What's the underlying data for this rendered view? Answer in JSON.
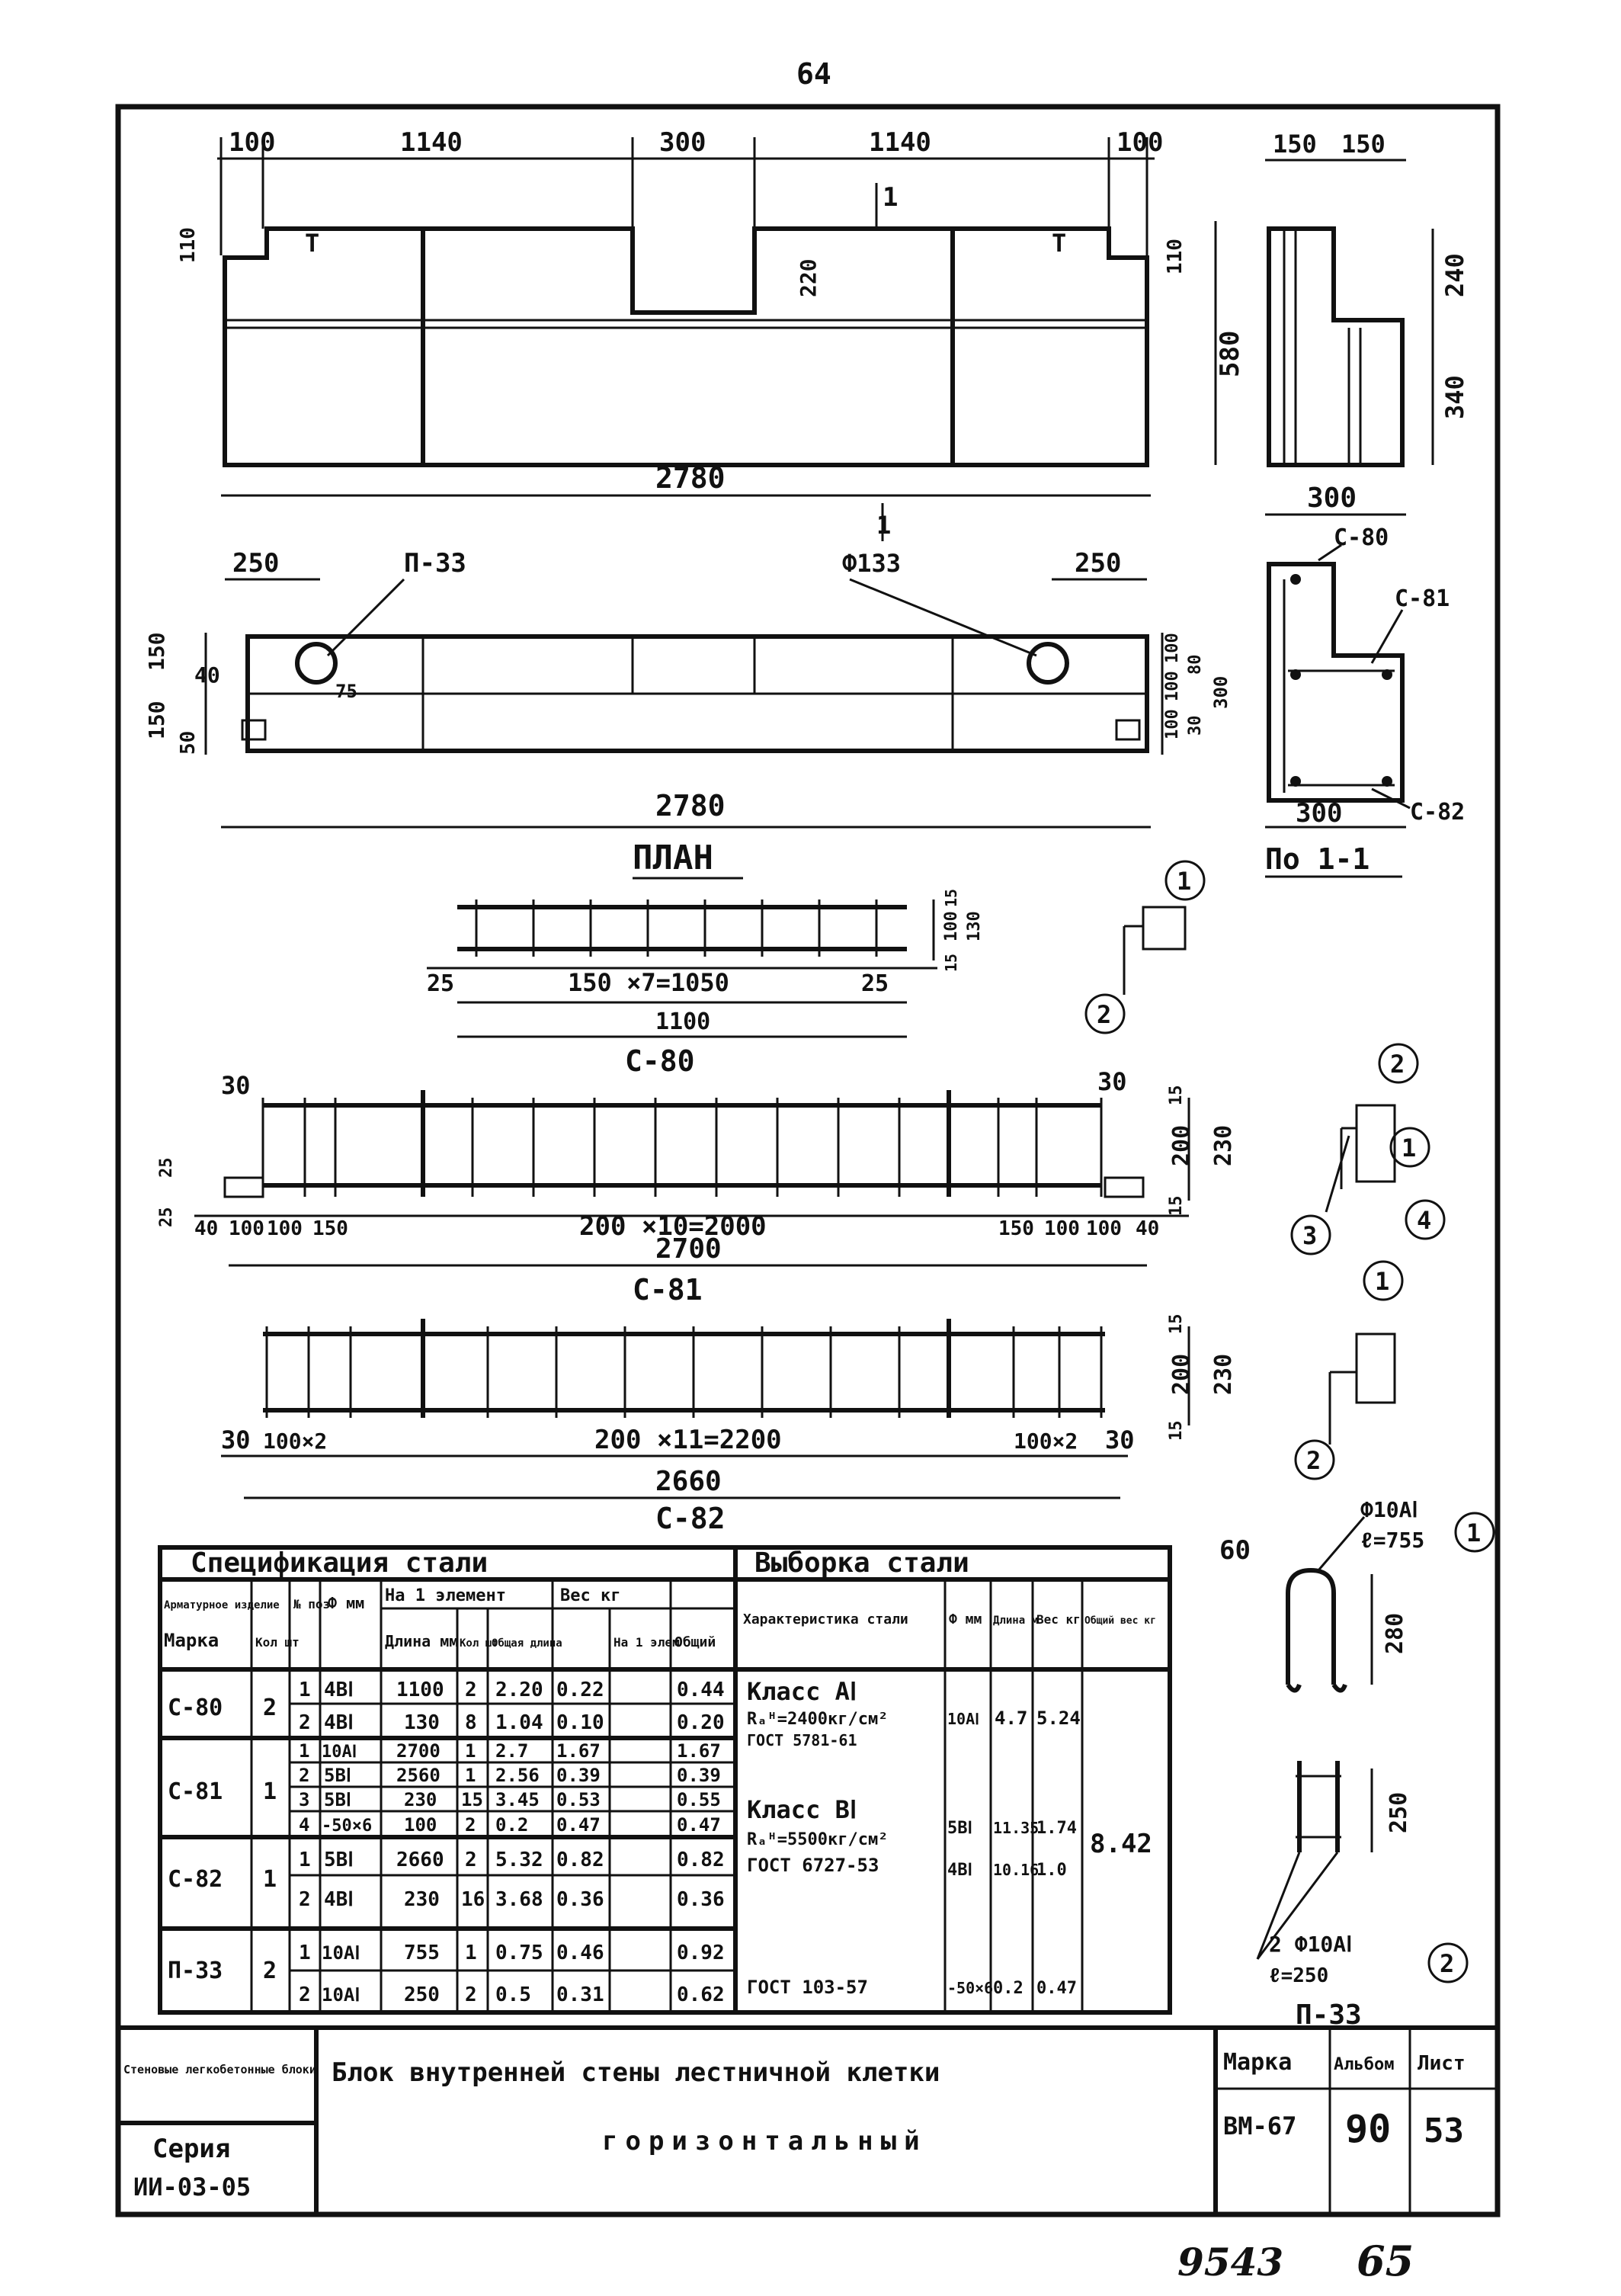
{
  "page_number_top": "64",
  "elevation": {
    "dims_top": [
      "100",
      "1140",
      "300",
      "1140",
      "100"
    ],
    "dims_right_local": [
      "110",
      "220",
      "110"
    ],
    "section_mark": "1",
    "total_length": "2780",
    "height": "580"
  },
  "section": {
    "dims_top": [
      "150",
      "150"
    ],
    "dims_right": [
      "240",
      "340"
    ],
    "width": "300",
    "width_bottom": "300",
    "labels": [
      "С-80",
      "С-81",
      "С-82"
    ],
    "title": "По 1-1"
  },
  "plan": {
    "dims_top": [
      "250",
      "250"
    ],
    "labels": [
      "П-33",
      "Ф133"
    ],
    "left_dims": [
      "150",
      "150",
      "40",
      "50"
    ],
    "small_dims": [
      "75"
    ],
    "right_dims": [
      "100",
      "100",
      "100",
      "80",
      "30",
      "300"
    ],
    "total_length": "2780",
    "title": "ПЛАН",
    "section_mark": "1"
  },
  "c80": {
    "label": "С-80",
    "spacing": "150 ×7=1050",
    "end_dims": [
      "25",
      "25"
    ],
    "total": "1100",
    "right_dims": [
      "15",
      "100",
      "130",
      "15"
    ],
    "callouts": [
      "1",
      "2"
    ]
  },
  "c81": {
    "label": "С-81",
    "left_dims": [
      "30",
      "25",
      "25",
      "40",
      "100",
      "100",
      "150"
    ],
    "spacing": "200 ×10=2000",
    "right_dims": [
      "150",
      "100",
      "100",
      "40",
      "30"
    ],
    "total": "2700",
    "height_dims": [
      "15",
      "200",
      "230",
      "15"
    ],
    "callouts": [
      "2",
      "1",
      "3",
      "4"
    ]
  },
  "c82": {
    "label": "С-82",
    "left_dims": [
      "30",
      "100×2"
    ],
    "spacing": "200 ×11=2200",
    "right_dims": [
      "100×2",
      "30"
    ],
    "total": "2660",
    "height_dims": [
      "15",
      "200",
      "230",
      "15"
    ],
    "callouts": [
      "1",
      "2"
    ]
  },
  "p33": {
    "label": "П-33",
    "top_dims": [
      "60"
    ],
    "spec1": "Ф10АⅠ",
    "spec1_len": "ℓ=755",
    "spec2": "2 Ф10АⅠ",
    "spec2_len": "ℓ=250",
    "height_dims": [
      "280",
      "250"
    ],
    "callouts": [
      "1",
      "2"
    ]
  },
  "spec_table": {
    "title": "Спецификация стали",
    "headers": [
      "Арматурное изделие",
      "№ поз",
      "Ф мм",
      "На 1 элемент",
      "Вес кг"
    ],
    "subheaders": [
      "Марка",
      "Кол шт",
      "Длина мм",
      "Кол шт",
      "Общая длина",
      "На 1 элем",
      "Общий"
    ],
    "rows": [
      {
        "mark": "С-80",
        "qty": "2",
        "pos": "1",
        "dia": "4ВⅠ",
        "len": "1100",
        "n": "2",
        "total": "2.20",
        "w1": "0.22",
        "wt": "0.44"
      },
      {
        "mark": "",
        "qty": "",
        "pos": "2",
        "dia": "4ВⅠ",
        "len": "130",
        "n": "8",
        "total": "1.04",
        "w1": "0.10",
        "wt": "0.20"
      },
      {
        "mark": "С-81",
        "qty": "1",
        "pos": "1",
        "dia": "10АⅠ",
        "len": "2700",
        "n": "1",
        "total": "2.7",
        "w1": "1.67",
        "wt": "1.67"
      },
      {
        "mark": "",
        "qty": "",
        "pos": "2",
        "dia": "5ВⅠ",
        "len": "2560",
        "n": "1",
        "total": "2.56",
        "w1": "0.39",
        "wt": "0.39"
      },
      {
        "mark": "",
        "qty": "",
        "pos": "3",
        "dia": "5ВⅠ",
        "len": "230",
        "n": "15",
        "total": "3.45",
        "w1": "0.53",
        "wt": "0.55"
      },
      {
        "mark": "",
        "qty": "",
        "pos": "4",
        "dia": "-50×6",
        "len": "100",
        "n": "2",
        "total": "0.2",
        "w1": "0.47",
        "wt": "0.47"
      },
      {
        "mark": "С-82",
        "qty": "1",
        "pos": "1",
        "dia": "5ВⅠ",
        "len": "2660",
        "n": "2",
        "total": "5.32",
        "w1": "0.82",
        "wt": "0.82"
      },
      {
        "mark": "",
        "qty": "",
        "pos": "2",
        "dia": "4ВⅠ",
        "len": "230",
        "n": "16",
        "total": "3.68",
        "w1": "0.36",
        "wt": "0.36"
      },
      {
        "mark": "П-33",
        "qty": "2",
        "pos": "1",
        "dia": "10АⅠ",
        "len": "755",
        "n": "1",
        "total": "0.75",
        "w1": "0.46",
        "wt": "0.92"
      },
      {
        "mark": "",
        "qty": "",
        "pos": "2",
        "dia": "10АⅠ",
        "len": "250",
        "n": "2",
        "total": "0.5",
        "w1": "0.31",
        "wt": "0.62"
      }
    ]
  },
  "selection_table": {
    "title": "Выборка стали",
    "headers": [
      "Характеристика стали",
      "Ф мм",
      "Длина м",
      "Вес кг",
      "Общий вес кг"
    ],
    "class1": "Класс АⅠ",
    "class1_ra": "Rₐᴴ=2400кг/см²",
    "class1_gost": "ГОСТ 5781-61",
    "class2": "Класс ВⅠ",
    "class2_ra": "Rₐᴴ=5500кг/см²",
    "class2_gost": "ГОСТ 6727-53",
    "gost3": "ГОСТ 103-57",
    "rows": [
      {
        "dia": "10АⅠ",
        "len": "4.7",
        "w": "5.24"
      },
      {
        "dia": "5ВⅠ",
        "len": "11.35",
        "w": "1.74"
      },
      {
        "dia": "4ВⅠ",
        "len": "10.16",
        "w": "1.0"
      },
      {
        "dia": "-50×6",
        "len": "0.2",
        "w": "0.47"
      }
    ],
    "total": "8.42"
  },
  "title_block": {
    "series_name": "Стеновые легкобетонные блоки",
    "series_label": "Серия",
    "series_code": "ИИ-03-05",
    "title_line1": "Блок внутренней стены лестничной клетки",
    "title_line2": "горизонтальный",
    "mark_label": "Марка",
    "mark_value": "ВМ-67",
    "album_label": "Альбом",
    "album_value": "90",
    "sheet_label": "Лист",
    "sheet_value": "53"
  },
  "footer_handwritten": [
    "9543",
    "65"
  ]
}
